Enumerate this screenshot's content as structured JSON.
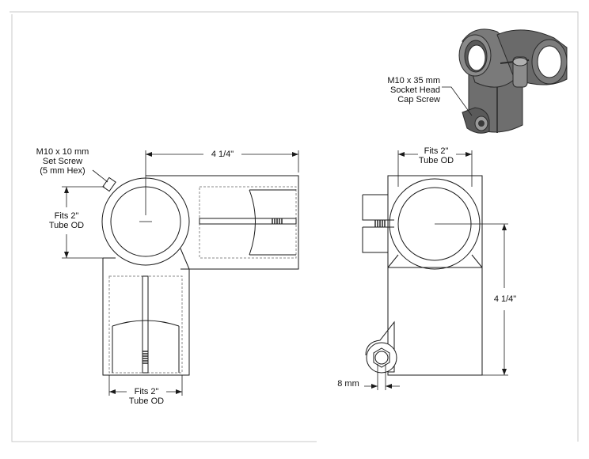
{
  "labels": {
    "set_screw": [
      "M10 x 10 mm",
      "Set Screw",
      "(5 mm Hex)"
    ],
    "cap_screw": [
      "M10 x 35 mm",
      "Socket Head",
      "Cap Screw"
    ],
    "fits_left": [
      "Fits 2\"",
      "Tube OD"
    ],
    "fits_bottom": [
      "Fits 2\"",
      "Tube OD"
    ],
    "fits_top_right": [
      "Fits 2\"",
      "Tube OD"
    ],
    "dim_top": "4 1/4\"",
    "dim_right": "4 1/4\"",
    "dim_8mm": "8 mm"
  },
  "colors": {
    "line": "#1a1a1a",
    "hidden": "#8a8a8a",
    "border": "#c8c8c8",
    "part_dark": "#4a4a4a",
    "part_mid": "#6e6e6e",
    "part_light": "#9a9a9a"
  }
}
